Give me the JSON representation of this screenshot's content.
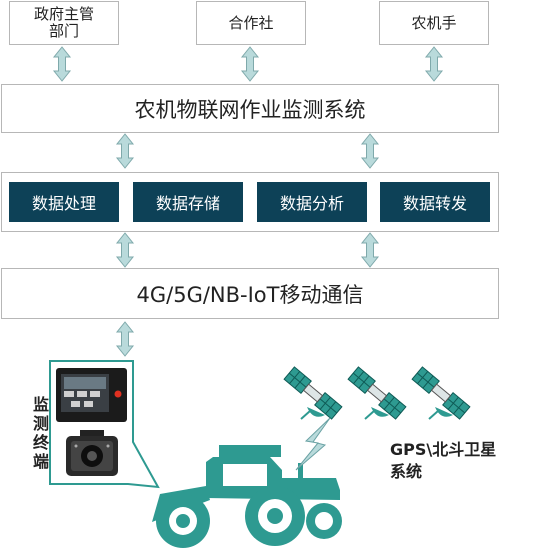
{
  "top_nodes": {
    "gov": [
      "政府主管",
      "部门"
    ],
    "coop": "合作社",
    "operator": "农机手"
  },
  "platform": {
    "title": "农机物联网作业监测系统"
  },
  "processing": {
    "items": [
      "数据处理",
      "数据存储",
      "数据分析",
      "数据转发"
    ]
  },
  "comm": {
    "title": "4G/5G/NB-IoT移动通信"
  },
  "terminal": {
    "label": [
      "监",
      "测",
      "终",
      "端"
    ]
  },
  "satellite": {
    "label": [
      "GPS\\北斗卫星",
      "系统"
    ]
  },
  "colors": {
    "dark_blue": "#0d4157",
    "teal": "#2e9a91",
    "arrow": "#b9dadb",
    "border": "#b7b7b7"
  }
}
